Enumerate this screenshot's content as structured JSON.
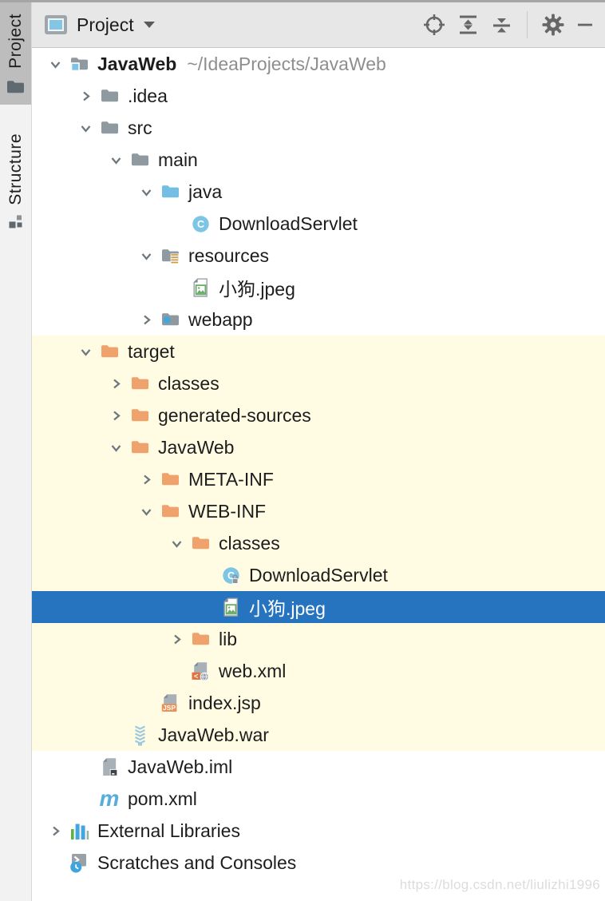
{
  "sidebar": {
    "tabs": [
      {
        "label": "Project",
        "icon": "project-tab-folder",
        "active": true
      },
      {
        "label": "Structure",
        "icon": "structure",
        "active": false
      }
    ]
  },
  "header": {
    "title": "Project",
    "view_icon": "project-view-icon",
    "dropdown_icon": "chevron-down-icon",
    "actions": [
      "locate",
      "expand-all",
      "collapse-all",
      "separator",
      "gear",
      "minimize"
    ]
  },
  "tree": {
    "rows": [
      {
        "label": "JavaWeb",
        "suffix": "~/IdeaProjects/JavaWeb",
        "depth": 0,
        "expander": "expanded",
        "icon": "module-folder",
        "bold": true
      },
      {
        "label": ".idea",
        "depth": 1,
        "expander": "collapsed",
        "icon": "folder"
      },
      {
        "label": "src",
        "depth": 1,
        "expander": "expanded",
        "icon": "folder"
      },
      {
        "label": "main",
        "depth": 2,
        "expander": "expanded",
        "icon": "folder"
      },
      {
        "label": "java",
        "depth": 3,
        "expander": "expanded",
        "icon": "source-folder"
      },
      {
        "label": "DownloadServlet",
        "depth": 4,
        "icon": "class"
      },
      {
        "label": "resources",
        "depth": 3,
        "expander": "expanded",
        "icon": "resources-folder"
      },
      {
        "label": "小狗.jpeg",
        "depth": 4,
        "icon": "image-file"
      },
      {
        "label": "webapp",
        "depth": 3,
        "expander": "collapsed",
        "icon": "web-folder"
      },
      {
        "label": "target",
        "depth": 1,
        "expander": "expanded",
        "icon": "excluded-folder",
        "zone": "excluded"
      },
      {
        "label": "classes",
        "depth": 2,
        "expander": "collapsed",
        "icon": "excluded-folder",
        "zone": "excluded"
      },
      {
        "label": "generated-sources",
        "depth": 2,
        "expander": "collapsed",
        "icon": "excluded-folder",
        "zone": "excluded"
      },
      {
        "label": "JavaWeb",
        "depth": 2,
        "expander": "expanded",
        "icon": "excluded-folder",
        "zone": "excluded"
      },
      {
        "label": "META-INF",
        "depth": 3,
        "expander": "collapsed",
        "icon": "excluded-folder",
        "zone": "excluded"
      },
      {
        "label": "WEB-INF",
        "depth": 3,
        "expander": "expanded",
        "icon": "excluded-folder",
        "zone": "excluded"
      },
      {
        "label": "classes",
        "depth": 4,
        "expander": "expanded",
        "icon": "excluded-folder",
        "zone": "excluded"
      },
      {
        "label": "DownloadServlet",
        "depth": 5,
        "icon": "class-locked",
        "zone": "excluded"
      },
      {
        "label": "小狗.jpeg",
        "depth": 5,
        "icon": "image-file",
        "zone": "excluded",
        "selected": true
      },
      {
        "label": "lib",
        "depth": 4,
        "expander": "collapsed",
        "icon": "excluded-folder",
        "zone": "excluded"
      },
      {
        "label": "web.xml",
        "depth": 4,
        "icon": "web-xml-file",
        "zone": "excluded"
      },
      {
        "label": "index.jsp",
        "depth": 3,
        "icon": "jsp-file",
        "zone": "excluded"
      },
      {
        "label": "JavaWeb.war",
        "depth": 2,
        "icon": "war-archive",
        "zone": "excluded"
      },
      {
        "label": "JavaWeb.iml",
        "depth": 1,
        "icon": "iml-file"
      },
      {
        "label": "pom.xml",
        "depth": 1,
        "icon": "maven-m"
      },
      {
        "label": "External Libraries",
        "depth": 0,
        "expander": "collapsed",
        "icon": "external-libraries"
      },
      {
        "label": "Scratches and Consoles",
        "depth": 0,
        "icon": "scratches"
      }
    ]
  },
  "watermark": "https://blog.csdn.net/liulizhi1996",
  "colors": {
    "selection_blue": "#2673BF",
    "excluded_row_yellow": "#FFFCE3",
    "header_bg": "#E7E7E7",
    "sidebar_bg": "#F2F2F2",
    "active_tab_gray": "#BDBDBD",
    "folder_gray": "#8E99A0",
    "folder_orange": "#EFA26C",
    "source_root_blue": "#74BEE4",
    "class_circle_blue": "#7CC5E5",
    "maven_blue": "#58ACDB",
    "suffix_gray": "#8E8E8E",
    "icon_stroke_gray": "#676767"
  }
}
